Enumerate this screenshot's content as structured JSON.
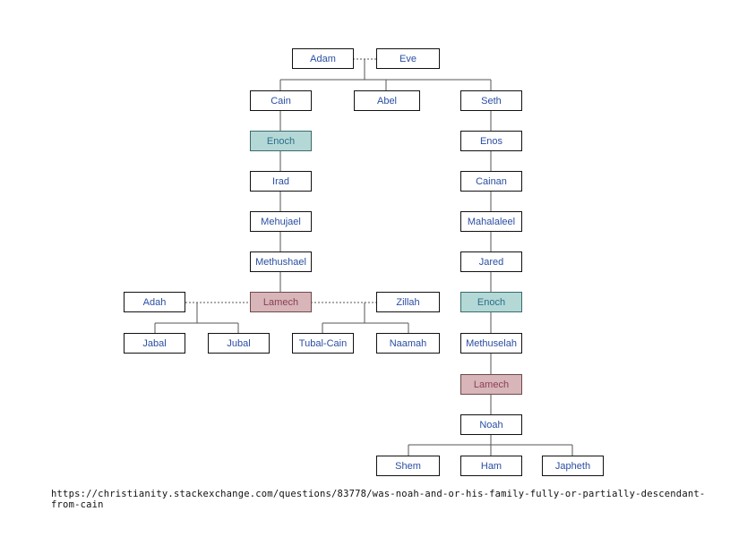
{
  "nodes": {
    "adam": "Adam",
    "eve": "Eve",
    "cain": "Cain",
    "abel": "Abel",
    "seth": "Seth",
    "enoch_cain": "Enoch",
    "irad": "Irad",
    "mehujael": "Mehujael",
    "methushael": "Methushael",
    "lamech_cain": "Lamech",
    "adah": "Adah",
    "zillah": "Zillah",
    "jabal": "Jabal",
    "jubal": "Jubal",
    "tubal_cain": "Tubal-Cain",
    "naamah": "Naamah",
    "enos": "Enos",
    "cainan": "Cainan",
    "mahalaleel": "Mahalaleel",
    "jared": "Jared",
    "enoch_seth": "Enoch",
    "methuselah": "Methuselah",
    "lamech_seth": "Lamech",
    "noah": "Noah",
    "shem": "Shem",
    "ham": "Ham",
    "japheth": "Japheth"
  },
  "colors": {
    "highlight_teal": "#b4d8d6",
    "highlight_rose": "#d7b5b8",
    "text_blue": "#2a4ea3"
  },
  "source_url": "https://christianity.stackexchange.com/questions/83778/was-noah-and-or-his-family-fully-or-partially-descendant-from-cain"
}
